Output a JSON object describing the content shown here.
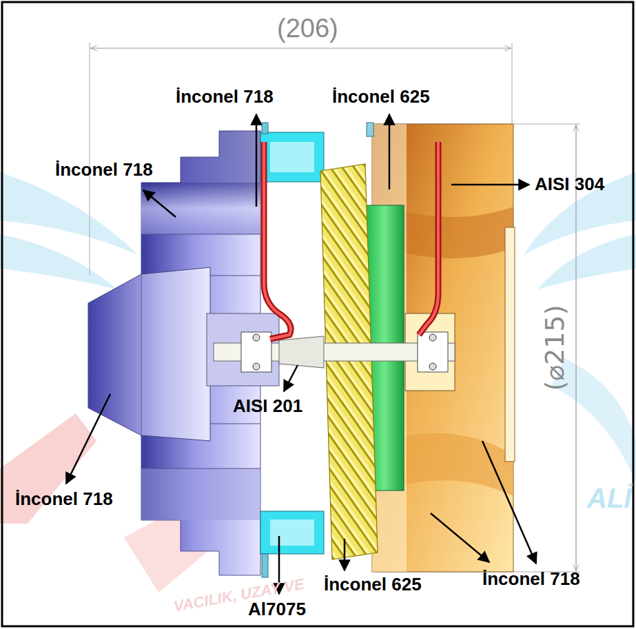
{
  "diagram": {
    "labels": [
      "(206)",
      "(⌀215)",
      "İnconel 718",
      "İnconel 625",
      "İnconel 718",
      "AISI 304",
      "AISI 201",
      "İnconel 718",
      "İnconel 718",
      "Al7075",
      "İnconel 625",
      "ALİ",
      "VACILIK, UZAY VE"
    ]
  }
}
